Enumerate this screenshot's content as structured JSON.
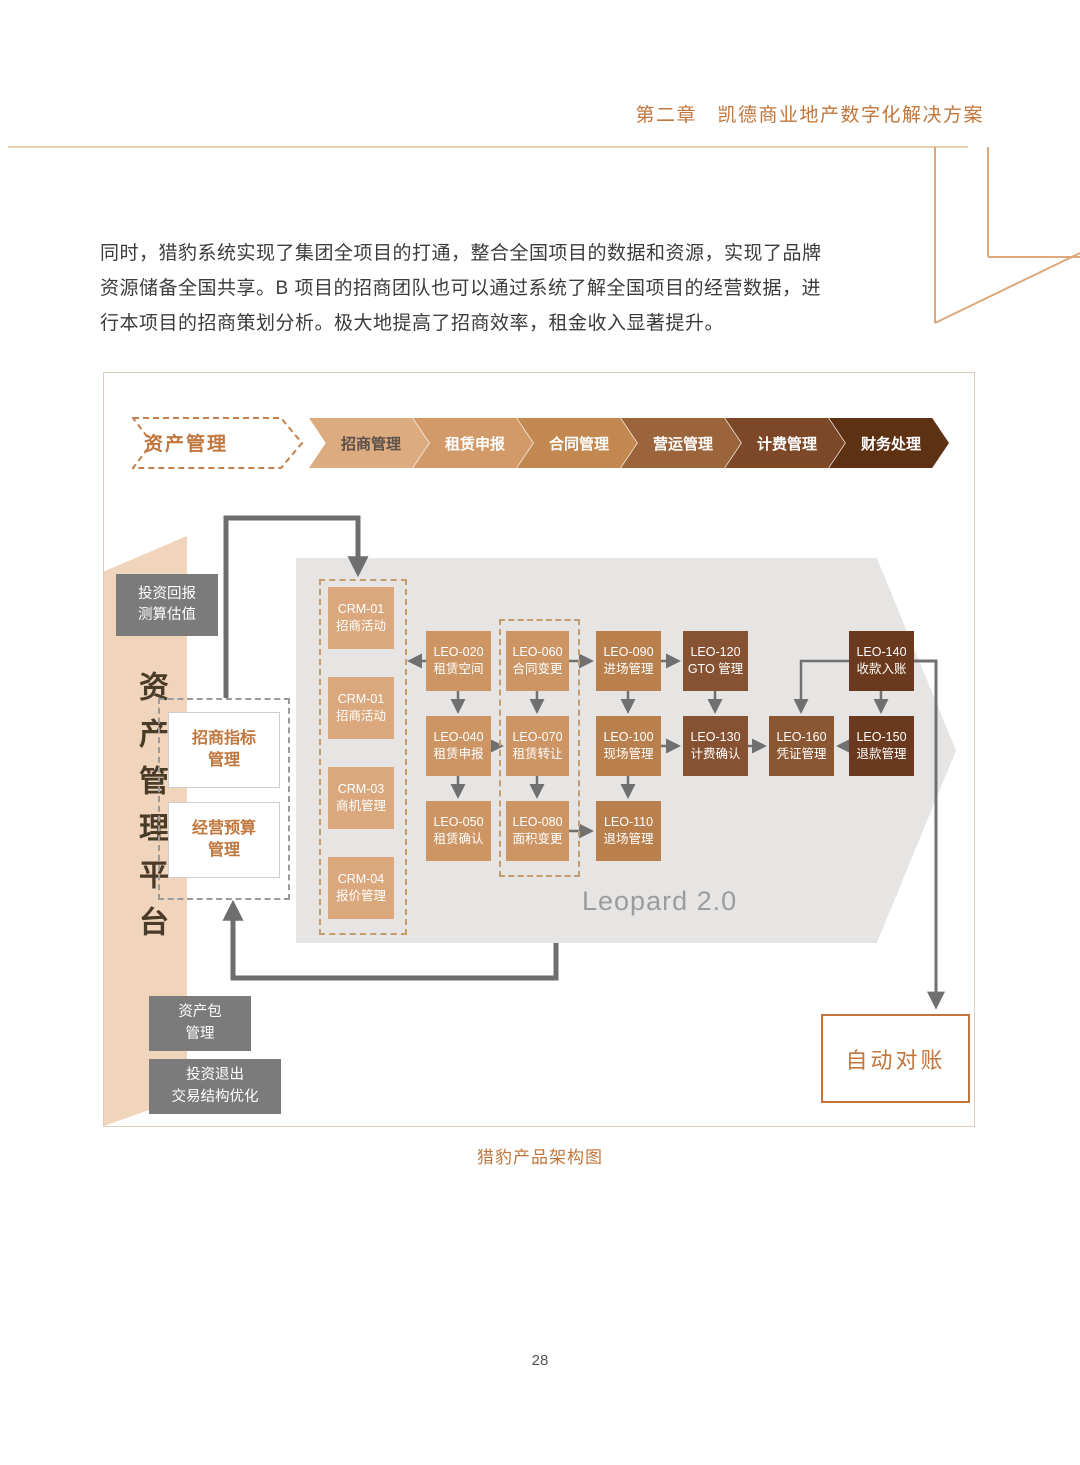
{
  "page": {
    "chapter_header": "第二章　凯德商业地产数字化解决方案",
    "paragraph_lines": [
      "同时，猎豹系统实现了集团全项目的打通，整合全国项目的数据和资源，实现了品牌",
      "资源储备全国共享。B 项目的招商团队也可以通过系统了解全国项目的经营数据，进",
      "行本项目的招商策划分析。极大地提高了招商效率，租金收入显著提升。"
    ],
    "caption": "猎豹产品架构图",
    "page_number": "28"
  },
  "flow": {
    "asset_management": "资产管理",
    "steps": [
      "招商管理",
      "租赁申报",
      "合同管理",
      "营运管理",
      "计费管理",
      "财务处理"
    ]
  },
  "platform": {
    "vertical_title": "资产管理平台",
    "roi_lines": [
      "投资回报",
      "测算估值"
    ],
    "indicator1_lines": [
      "招商指标",
      "管理"
    ],
    "indicator2_lines": [
      "经营预算",
      "管理"
    ],
    "asset_package_lines": [
      "资产包",
      "管理"
    ],
    "exit_lines": [
      "投资退出",
      "交易结构优化"
    ],
    "auto_reconciliation": "自动对账"
  },
  "leopard": {
    "brand": "Leopard 2.0",
    "crm": [
      {
        "code": "CRM-01",
        "name": "招商活动"
      },
      {
        "code": "CRM-01",
        "name": "招商活动"
      },
      {
        "code": "CRM-03",
        "name": "商机管理"
      },
      {
        "code": "CRM-04",
        "name": "报价管理"
      }
    ],
    "col1": [
      {
        "code": "LEO-020",
        "name": "租赁空间"
      },
      {
        "code": "LEO-040",
        "name": "租赁申报"
      },
      {
        "code": "LEO-050",
        "name": "租赁确认"
      }
    ],
    "col2": [
      {
        "code": "LEO-060",
        "name": "合同变更"
      },
      {
        "code": "LEO-070",
        "name": "租赁转让"
      },
      {
        "code": "LEO-080",
        "name": "面积变更"
      }
    ],
    "col3": [
      {
        "code": "LEO-090",
        "name": "进场管理"
      },
      {
        "code": "LEO-100",
        "name": "现场管理"
      },
      {
        "code": "LEO-110",
        "name": "退场管理"
      }
    ],
    "col4": [
      {
        "code": "LEO-120",
        "name": "GTO 管理"
      },
      {
        "code": "LEO-130",
        "name": "计费确认"
      }
    ],
    "col5": [
      {
        "code": "LEO-160",
        "name": "凭证管理"
      }
    ],
    "col6": [
      {
        "code": "LEO-140",
        "name": "收款入账"
      },
      {
        "code": "LEO-150",
        "name": "退款管理"
      }
    ]
  },
  "colors": {
    "accent": "#C0763C",
    "step_backgrounds": [
      "#DCAB80",
      "#D19A68",
      "#C28850",
      "#9C643B",
      "#7C4827",
      "#5E3113"
    ],
    "module_tan": "#DBA87E",
    "module_medium": "#CD9564",
    "module_brown": "#B9804E",
    "module_dark": "#875231",
    "module_darkest": "#6B3A1E",
    "gray_box": "#7B7B7B",
    "platform_fill": "#F0D5BC"
  }
}
